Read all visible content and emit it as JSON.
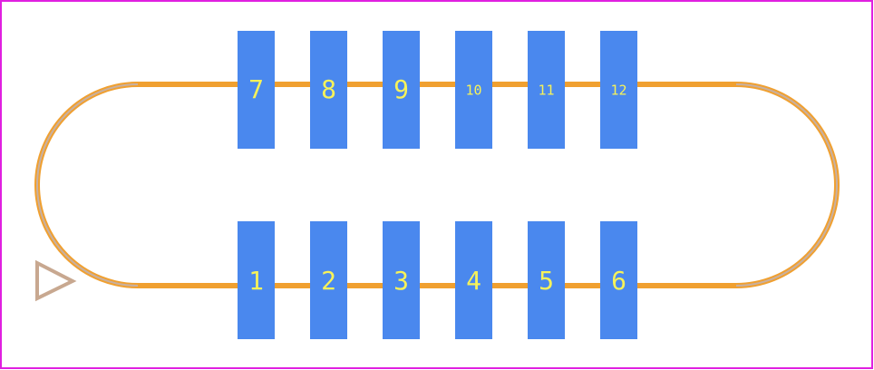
{
  "colors": {
    "background": "#ffffff",
    "frame": "#e020e0",
    "outline": "#f0a030",
    "outline_highlight": "#c8b0a0",
    "pad": "#4a88ee",
    "pad_label": "#f6f25a",
    "pin1_marker": "#c8a890"
  },
  "pads": {
    "top": [
      {
        "label": "7"
      },
      {
        "label": "8"
      },
      {
        "label": "9"
      },
      {
        "label": "10"
      },
      {
        "label": "11"
      },
      {
        "label": "12"
      }
    ],
    "bottom": [
      {
        "label": "1"
      },
      {
        "label": "2"
      },
      {
        "label": "3"
      },
      {
        "label": "4"
      },
      {
        "label": "5"
      },
      {
        "label": "6"
      }
    ]
  },
  "pin1_marker": {
    "icon": "triangle-pin1-icon"
  }
}
